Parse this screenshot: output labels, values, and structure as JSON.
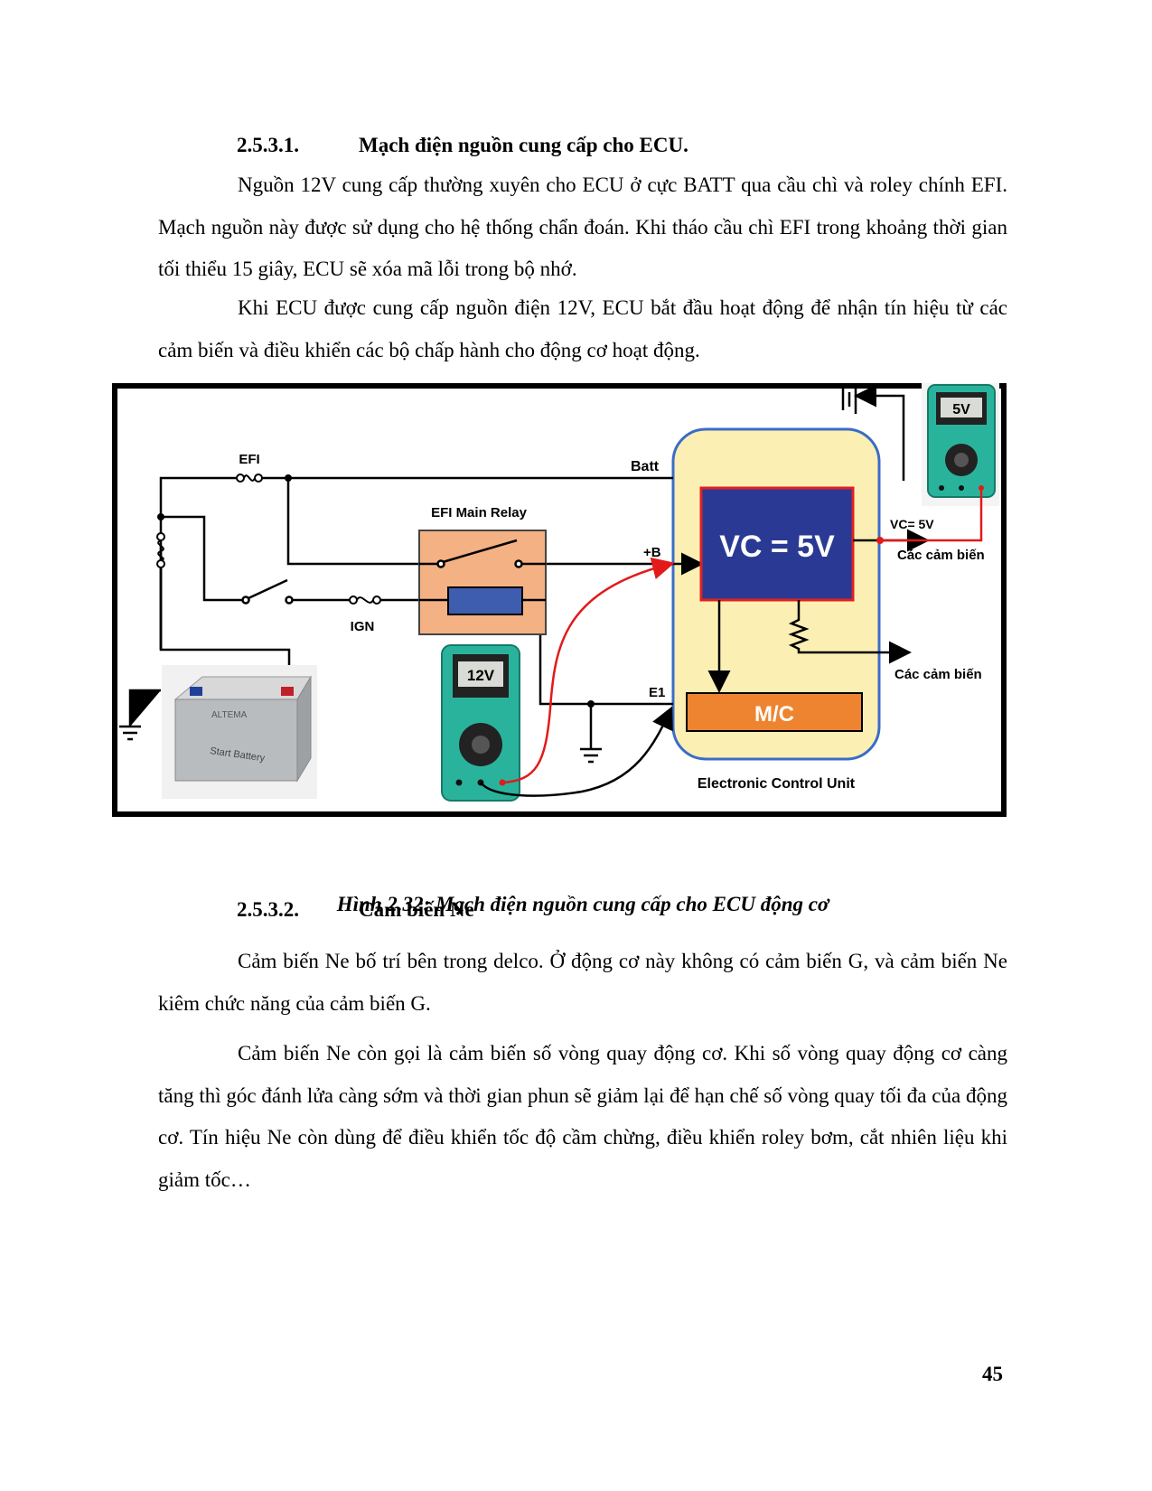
{
  "section1": {
    "number": "2.5.3.1.",
    "title": "Mạch điện nguồn cung cấp cho ECU.",
    "paragraphs": [
      "Nguồn 12V cung cấp thường xuyên cho ECU ở cực BATT qua cầu chì và roley chính EFI. Mạch nguồn này được sử dụng cho hệ thống chẩn đoán. Khi tháo cầu chì EFI trong khoảng thời gian tối thiểu 15 giây, ECU sẽ xóa mã lỗi trong bộ nhớ.",
      "Khi ECU được cung cấp nguồn điện 12V, ECU bắt đầu hoạt động để nhận tín hiệu từ các cảm biến và điều khiển các bộ chấp hành cho động cơ hoạt động."
    ]
  },
  "diagram": {
    "efi_label": "EFI",
    "ign_label": "IGN",
    "relay_label": "EFI Main Relay",
    "batt_label": "Batt",
    "plus_b_label": "+B",
    "e1_label": "E1",
    "vc_block": "VC = 5V",
    "vc_label": "VC= 5V",
    "sensor_label_1": "Các cảm biến",
    "sensor_label_2": "Các cảm biến",
    "mc_block": "M/C",
    "ecu_label": "Electronic Control Unit",
    "meter_top_reading": "5V",
    "meter_bottom_reading": "12V",
    "battery_text": "Start Battery",
    "battery_brand": "ALTEMA",
    "colors": {
      "ecu_fill": "#fcefb4",
      "vc_fill": "#2a3a94",
      "vc_border": "#e02020",
      "mc_fill": "#ee8430",
      "relay_fill": "#f4b183",
      "coil_fill": "#3f5dae",
      "meter_body": "#2ab39c",
      "probe_red": "#e21a1a"
    }
  },
  "caption": "Hình 2.32: Mạch điện nguồn cung cấp cho ECU động cơ",
  "section2": {
    "number": "2.5.3.2.",
    "title": "Cảm biến Ne",
    "paragraphs": [
      "Cảm biến Ne bố trí bên trong delco. Ở động cơ này không có cảm biến G, và cảm biến Ne kiêm chức năng của cảm biến G.",
      "Cảm biến Ne còn gọi là cảm biến số vòng quay động cơ. Khi số vòng quay động cơ càng tăng thì góc đánh lửa càng sớm và thời gian phun sẽ giảm lại để hạn chế số vòng quay tối đa của động cơ. Tín hiệu Ne còn dùng để điều khiển tốc độ cầm chừng, điều khiển roley bơm, cắt nhiên liệu khi giảm tốc…"
    ]
  },
  "page_number": "45"
}
